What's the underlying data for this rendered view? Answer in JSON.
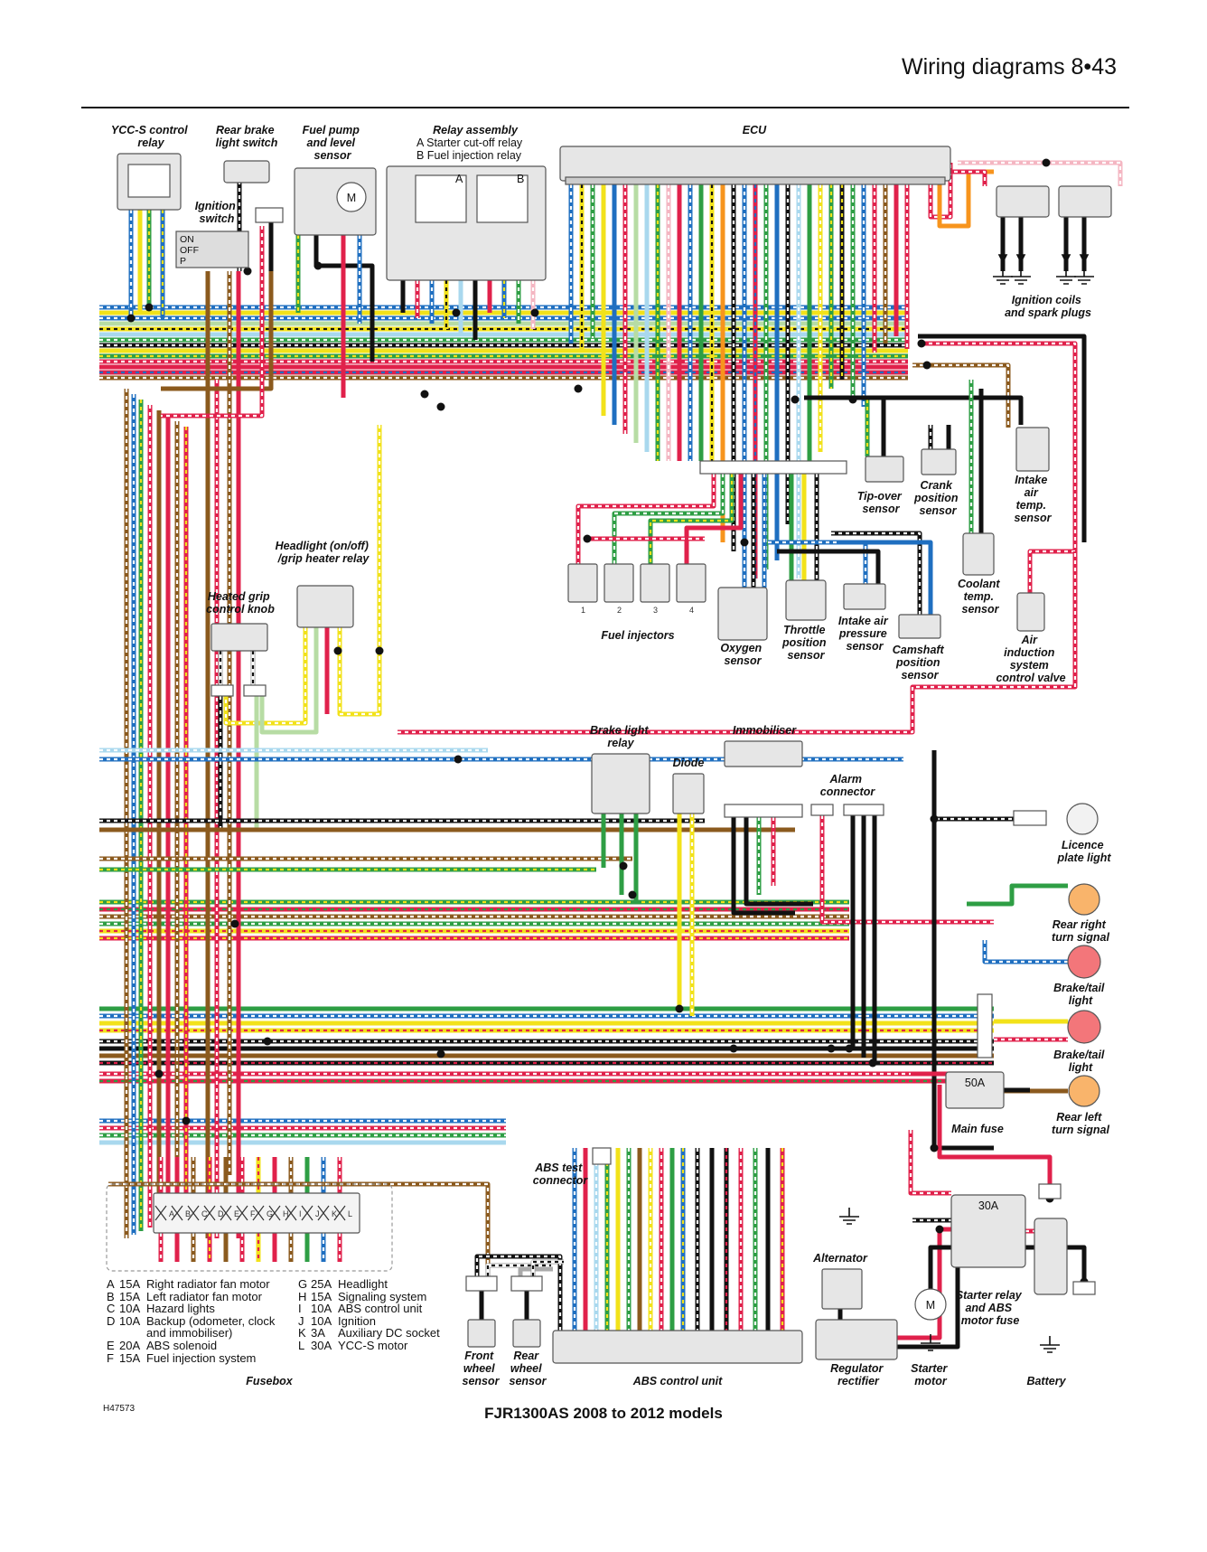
{
  "header": {
    "title": "Wiring diagrams 8•43"
  },
  "components": {
    "ycc_relay": [
      "YCC-S control",
      "relay"
    ],
    "rear_brake_switch": [
      "Rear brake",
      "light switch"
    ],
    "fuel_pump": [
      "Fuel pump",
      "and level",
      "sensor"
    ],
    "relay_assembly": {
      "title": "Relay assembly",
      "lines": [
        "A  Starter cut-off relay",
        "B  Fuel injection relay"
      ],
      "tag_a": "A",
      "tag_b": "B"
    },
    "ecu": "ECU",
    "ignition_coils": [
      "Ignition coils",
      "and spark plugs"
    ],
    "ignition_switch": {
      "label": [
        "Ignition",
        "switch"
      ],
      "positions": [
        "ON",
        "OFF",
        "P"
      ]
    },
    "tip_over": [
      "Tip-over",
      "sensor"
    ],
    "crank": [
      "Crank",
      "position",
      "sensor"
    ],
    "intake_air_temp": [
      "Intake",
      "air",
      "temp.",
      "sensor"
    ],
    "headlight_relay": [
      "Headlight (on/off)",
      "/grip heater relay"
    ],
    "heated_grip": [
      "Heated grip",
      "control knob"
    ],
    "fuel_injectors": {
      "label": "Fuel injectors",
      "numbers": [
        "1",
        "2",
        "3",
        "4"
      ]
    },
    "oxygen": [
      "Oxygen",
      "sensor"
    ],
    "throttle": [
      "Throttle",
      "position",
      "sensor"
    ],
    "intake_pressure": [
      "Intake air",
      "pressure",
      "sensor"
    ],
    "camshaft": [
      "Camshaft",
      "position",
      "sensor"
    ],
    "coolant": [
      "Coolant",
      "temp.",
      "sensor"
    ],
    "air_induction": [
      "Air",
      "induction",
      "system",
      "control valve"
    ],
    "brake_light_relay": [
      "Brake light",
      "relay"
    ],
    "diode": "Diode",
    "immobiliser": "Immobiliser",
    "alarm_connector": [
      "Alarm",
      "connector"
    ],
    "licence_plate": [
      "Licence",
      "plate light"
    ],
    "rear_right_turn": [
      "Rear right",
      "turn signal"
    ],
    "brake_tail_1": [
      "Brake/tail",
      "light"
    ],
    "brake_tail_2": [
      "Brake/tail",
      "light"
    ],
    "rear_left_turn": [
      "Rear left",
      "turn signal"
    ],
    "main_fuse": {
      "label": "Main fuse",
      "rating": "50A"
    },
    "abs_test": [
      "ABS test",
      "connector"
    ],
    "alternator": "Alternator",
    "starter_relay": {
      "label": [
        "Starter relay",
        "and ABS",
        "motor fuse"
      ],
      "rating": "30A"
    },
    "front_wheel": [
      "Front",
      "wheel",
      "sensor"
    ],
    "rear_wheel": [
      "Rear",
      "wheel",
      "sensor"
    ],
    "abs_unit": "ABS control unit",
    "regulator": [
      "Regulator",
      "rectifier"
    ],
    "starter_motor": [
      "Starter",
      "motor"
    ],
    "starter_motor_symbol": "M",
    "fuel_pump_symbol": "M",
    "battery": "Battery",
    "fusebox": {
      "label": "Fusebox",
      "letters": [
        "A",
        "B",
        "C",
        "D",
        "E",
        "F",
        "G",
        "H",
        "I",
        "J",
        "K",
        "L"
      ]
    }
  },
  "fuse_legend": {
    "left": [
      {
        "key": "A",
        "amps": "15A",
        "desc": "Right radiator fan motor"
      },
      {
        "key": "B",
        "amps": "15A",
        "desc": "Left radiator fan motor"
      },
      {
        "key": "C",
        "amps": "10A",
        "desc": "Hazard lights"
      },
      {
        "key": "D",
        "amps": "10A",
        "desc": "Backup (odometer, clock"
      },
      {
        "key": "",
        "amps": "",
        "desc": "and immobiliser)"
      },
      {
        "key": "E",
        "amps": "20A",
        "desc": "ABS solenoid"
      },
      {
        "key": "F",
        "amps": "15A",
        "desc": "Fuel injection system"
      }
    ],
    "right": [
      {
        "key": "G",
        "amps": "25A",
        "desc": "Headlight"
      },
      {
        "key": "H",
        "amps": "15A",
        "desc": "Signaling system"
      },
      {
        "key": "I",
        "amps": "10A",
        "desc": "ABS control unit"
      },
      {
        "key": "J",
        "amps": "10A",
        "desc": "Ignition"
      },
      {
        "key": "K",
        "amps": "3A",
        "desc": "Auxiliary DC socket"
      },
      {
        "key": "L",
        "amps": "30A",
        "desc": "YCC-S motor"
      }
    ]
  },
  "footer": {
    "code": "H47573",
    "title": "FJR1300AS 2008 to 2012 models"
  },
  "wire_colors": {
    "blue": "#1f6fc0",
    "red": "#e0214b",
    "yellow": "#f2e21a",
    "green": "#2e9e44",
    "brown": "#8b5a1e",
    "black": "#111111",
    "orange": "#f7941d",
    "sky": "#a9d8ee",
    "pink": "#f4b6c2",
    "lightgreen": "#b7dca4",
    "grey": "#aaaaaa",
    "white": "#ffffff"
  }
}
